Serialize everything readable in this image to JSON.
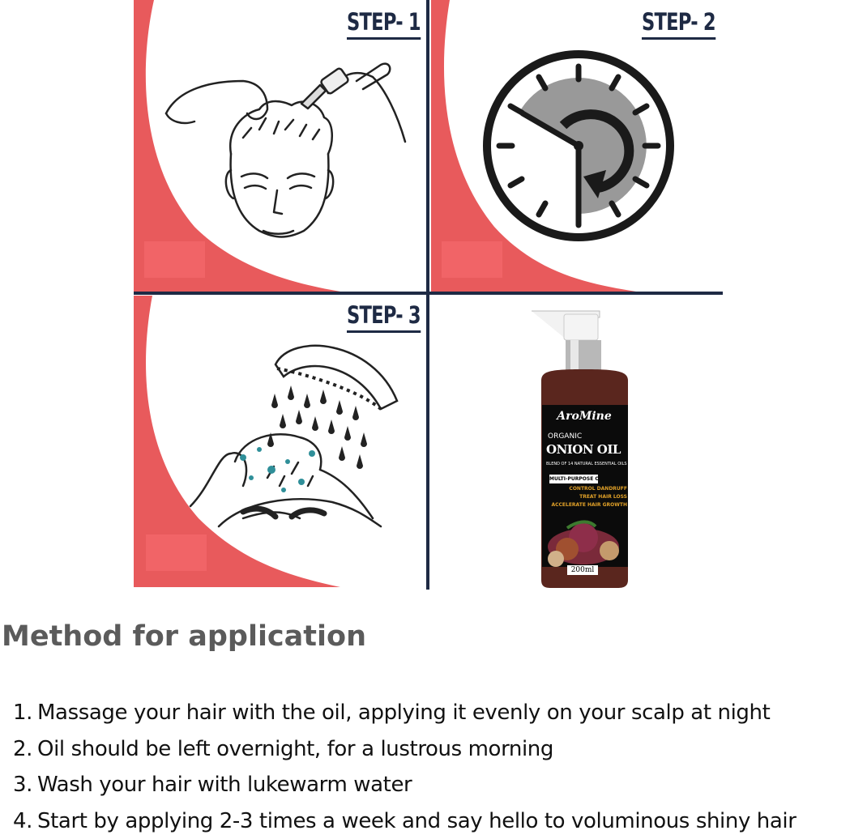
{
  "steps_grid": {
    "step1_label": "STEP- 1",
    "step2_label": "STEP- 2",
    "step3_label": "STEP- 3",
    "accent_color": "#e85a5c",
    "line_color": "#1e2a44"
  },
  "product": {
    "brand": "AroMine",
    "line1": "ORGANIC",
    "line2": "ONION OIL",
    "line3": "BLEND OF 14 NATURAL ESSENTIAL OILS",
    "badge": "MULTI-PURPOSE OIL",
    "benefit1": "CONTROL DANDRUFF",
    "benefit2": "TREAT HAIR LOSS",
    "benefit3": "ACCELERATE HAIR GROWTH",
    "volume": "200ml"
  },
  "method": {
    "heading": "Method for application",
    "items": [
      {
        "num": "1.",
        "text": "Massage your hair with the oil, applying it evenly on your scalp at night"
      },
      {
        "num": "2.",
        "text": "Oil should be left overnight, for a lustrous morning"
      },
      {
        "num": "3.",
        "text": "Wash your hair with lukewarm water"
      },
      {
        "num": "4.",
        "text": "Start by applying 2-3 times a week and say hello to voluminous shiny hair"
      }
    ]
  }
}
